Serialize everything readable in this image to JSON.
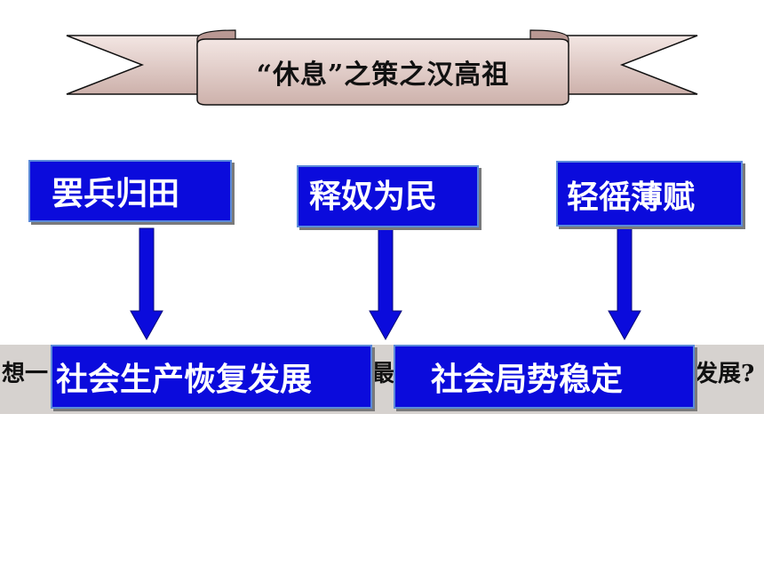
{
  "banner": {
    "title": "“休息”之策之汉高祖"
  },
  "policies": [
    {
      "label": "罢兵归田"
    },
    {
      "label": "释奴为民"
    },
    {
      "label": "轻徭薄赋"
    }
  ],
  "results": [
    {
      "label": "社会生产恢复发展"
    },
    {
      "label": "社会局势稳定"
    }
  ],
  "question_fragments": {
    "left": "想一",
    "middle": "最",
    "right": "发展?"
  },
  "colors": {
    "box_fill": "#0b0bdc",
    "arrow_fill": "#0b0bdc",
    "banner_fill": "#e6d0cc",
    "strip_fill": "#d6d2cf"
  }
}
